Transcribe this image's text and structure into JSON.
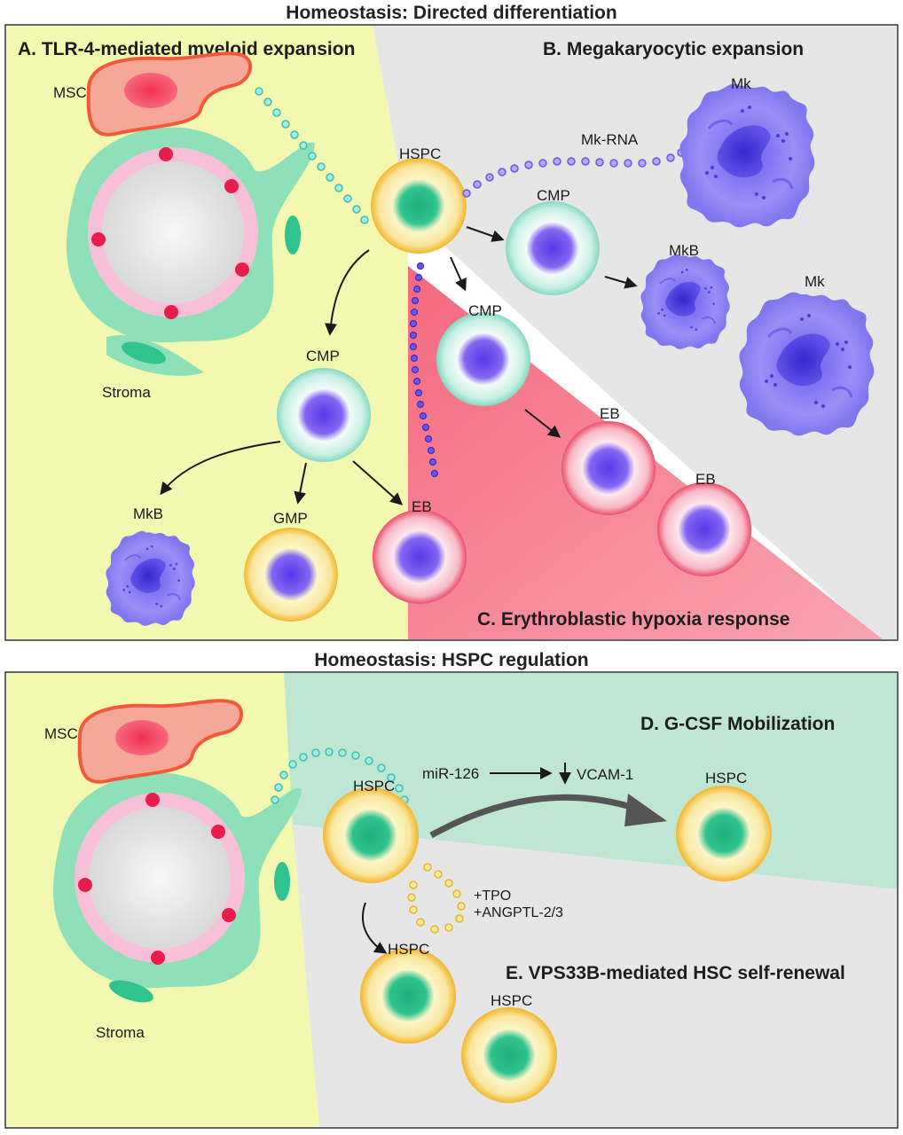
{
  "sections": {
    "top_title": "Homeostasis: Directed differentiation",
    "bottom_title": "Homeostasis: HSPC regulation"
  },
  "panels": {
    "a": "A. TLR-4-mediated myeloid expansion",
    "b": "B. Megakaryocytic expansion",
    "c": "C. Erythroblastic hypoxia response",
    "d": "D. G-CSF Mobilization",
    "e": "E. VPS33B-mediated HSC self-renewal"
  },
  "labels": {
    "msc": "MSC",
    "stroma": "Stroma",
    "hspc": "HSPC",
    "cmp": "CMP",
    "mkb": "MkB",
    "gmp": "GMP",
    "eb": "EB",
    "mk": "Mk",
    "mk_rna": "Mk-RNA",
    "mir126": "miR-126",
    "vcam": "VCAM-1",
    "tpo": "+TPO",
    "angptl": "+ANGPTL-2/3"
  },
  "colors": {
    "yellow_bg": "#f3f8b0",
    "grey_bg": "#e6e6e6",
    "red_bg": "#f77c8e",
    "green_bg": "#bfe6d2",
    "hspc_ring": "#f2bd3a",
    "hspc_core": "#2fc38f",
    "cmp_ring": "#a8e6d6",
    "cmp_core": "#7a55ee",
    "eb_ring": "#f0607c",
    "mk": "#8d80f0",
    "stroma": "#8ee0b8",
    "msc": "#f57a57"
  },
  "icons": [
    "msc-cell-icon",
    "blood-vessel-icon",
    "hspc-cell-icon",
    "cmp-cell-icon",
    "eb-cell-icon",
    "megakaryocyte-icon",
    "arrow-icon"
  ]
}
